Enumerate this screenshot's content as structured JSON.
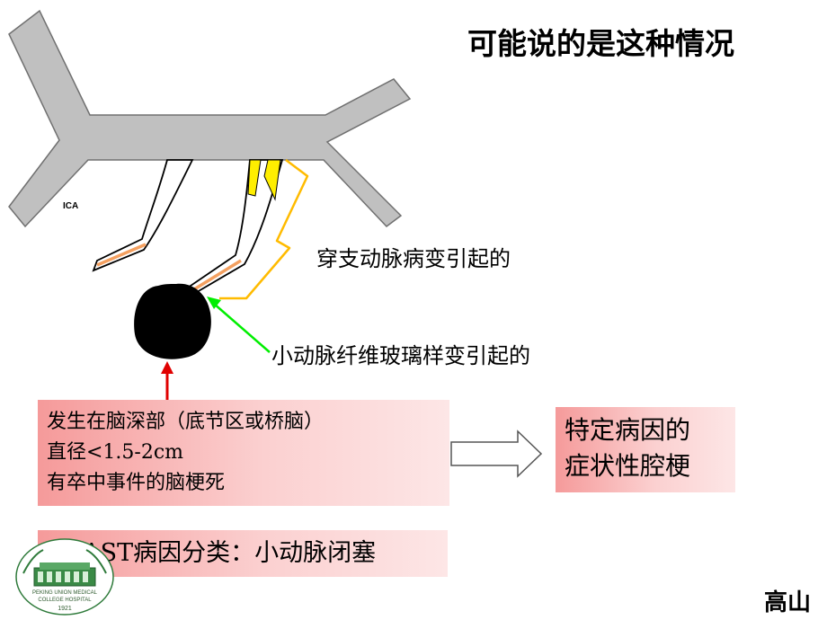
{
  "title": "可能说的是这种情况",
  "diagram": {
    "artery_label": "ICA",
    "perforator_label": "穿支动脉病变引起的",
    "hyaline_label": "小动脉纤维玻璃样变引起的"
  },
  "location_box": {
    "line1": "发生在脑深部（底节区或桥脑）",
    "line2": "直径<1.5-2cm",
    "line3": "有卒中事件的脑梗死"
  },
  "result_box": {
    "line1": "特定病因的",
    "line2": "症状性腔梗"
  },
  "toast_box": {
    "text": "TOAST病因分类：小动脉闭塞"
  },
  "logo": {
    "line1": "PEKING UNION MEDICAL",
    "line2": "COLLEGE HOSPITAL",
    "year": "1921"
  },
  "author": "高山",
  "colors": {
    "vessel": "#c0c0c0",
    "perforator_highlight": "#f4a060",
    "plaque": "#ffee00",
    "bracket": "#ffbb00",
    "green_arrow": "#00ee00",
    "red_arrow": "#e00000",
    "box_gradient_start": "#f59a9a",
    "box_gradient_end": "#fde6e6"
  }
}
